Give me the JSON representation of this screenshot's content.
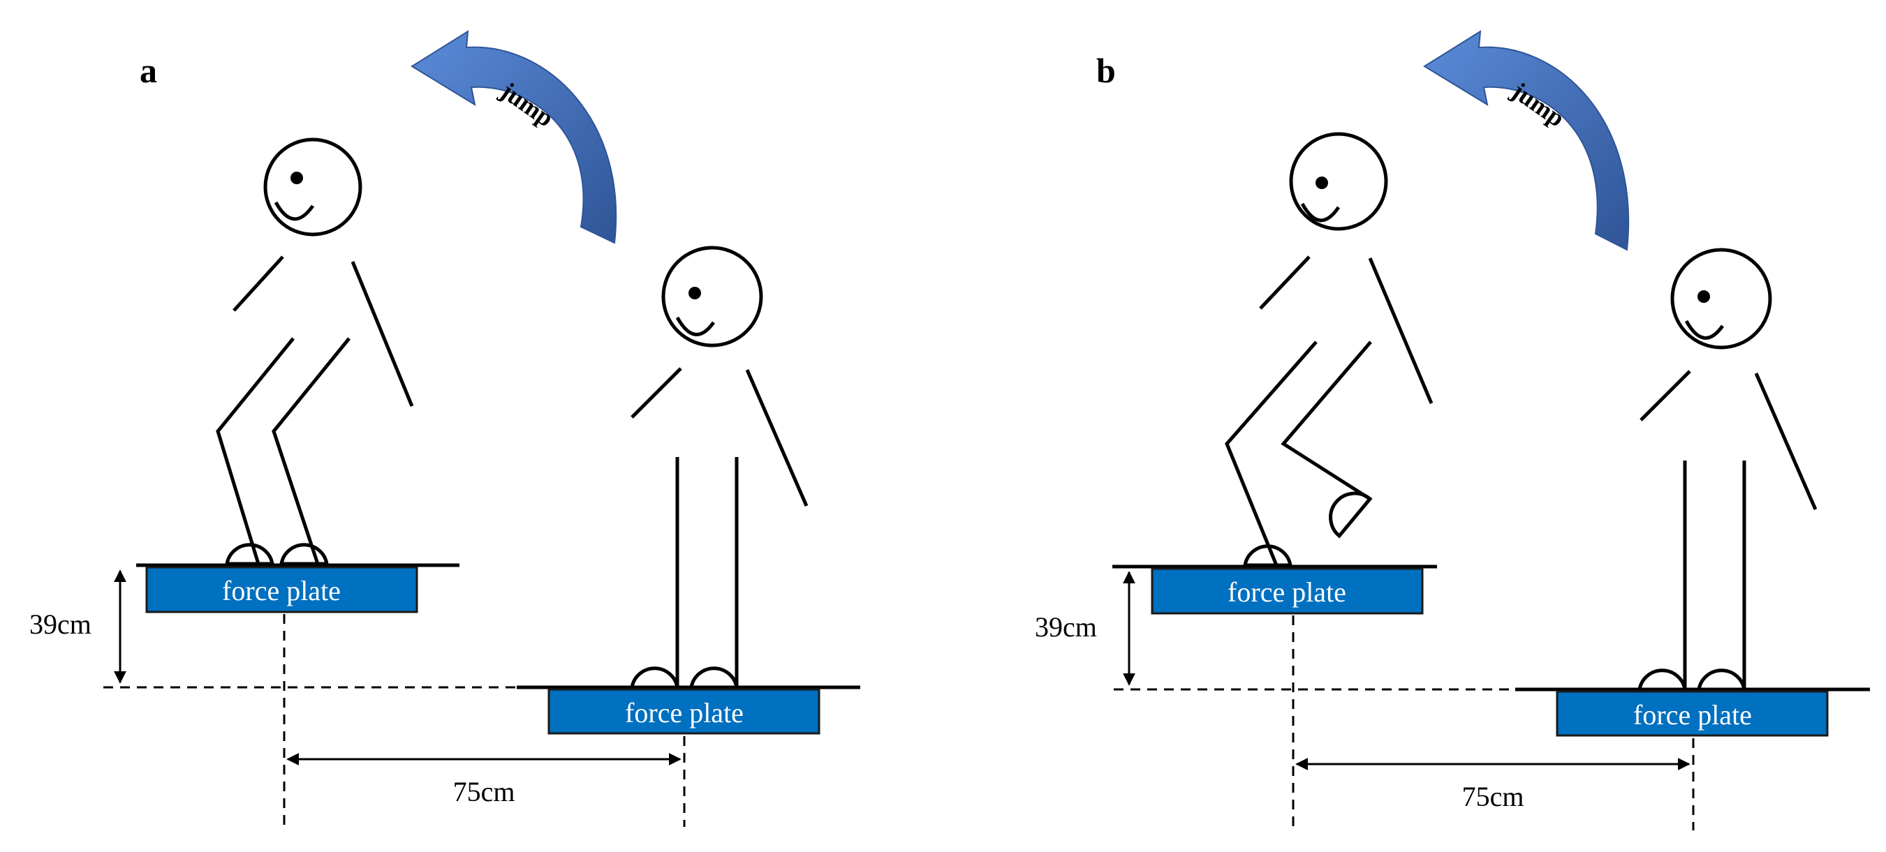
{
  "panels": [
    {
      "label": "a",
      "jump_text": "jump",
      "upper_plate": "force plate",
      "lower_plate": "force plate",
      "height": "39cm",
      "distance": "75cm"
    },
    {
      "label": "b",
      "jump_text": "jump",
      "upper_plate": "force plate",
      "lower_plate": "force plate",
      "height": "39cm",
      "distance": "75cm"
    }
  ],
  "colors": {
    "plate_fill": "#0070C0",
    "arrow_fill": "#4472C4",
    "arrow_dark": "#2F5597",
    "ink": "#000000"
  }
}
